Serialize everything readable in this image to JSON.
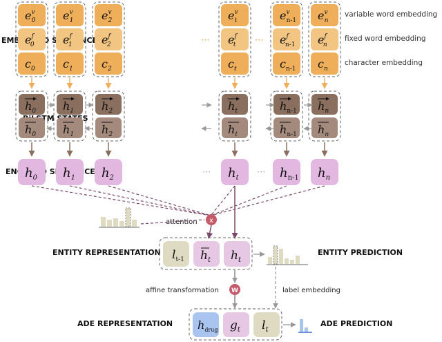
{
  "labels": {
    "embedded_sequence": "EMBEDDED SEQUENCE",
    "bilstm_states": "BiLSTM STATES",
    "encoded_sequence": "ENCODED SEQUENCE",
    "entity_representation": "ENTITY REPRESENTATION",
    "entity_prediction": "ENTITY PREDICTION",
    "ade_representation": "ADE REPRESENTATION",
    "ade_prediction": "ADE PREDICTION"
  },
  "side_labels": {
    "variable": "variable word embedding",
    "fixed": "fixed word embedding",
    "character": "character embedding"
  },
  "mid_labels": {
    "attention": "attention",
    "affine": "affine transformation",
    "label_embedding": "label embedding"
  },
  "ops": {
    "attention": "x",
    "affine": "W"
  },
  "indices": [
    "0",
    "1",
    "2",
    "t",
    "n-1",
    "n"
  ],
  "symbols": {
    "variable": "e",
    "variable_sup": "v",
    "fixed": "e",
    "fixed_sup": "f",
    "character": "c",
    "hidden": "h",
    "ellipsis": "···",
    "entity_l": "l",
    "entity_l_sub": "t-1",
    "entity_hbar_sub": "t",
    "entity_h_sub": "t",
    "ade_h_sub": "drug",
    "ade_g": "g",
    "ade_g_sub": "t",
    "ade_l": "l",
    "ade_l_sub": "t"
  },
  "colors": {
    "emb_dark": "#efaf5a",
    "emb_mid": "#f2c583",
    "emb_light": "#f0d0a3",
    "lstm_fwd": "#8a6e5e",
    "lstm_bwd": "#a48a7c",
    "encoded": "#e2b8e0",
    "olive": "#dedbc2",
    "pink": "#e7c8e4",
    "blue": "#a9c4ef",
    "op": "#c45a6a"
  }
}
